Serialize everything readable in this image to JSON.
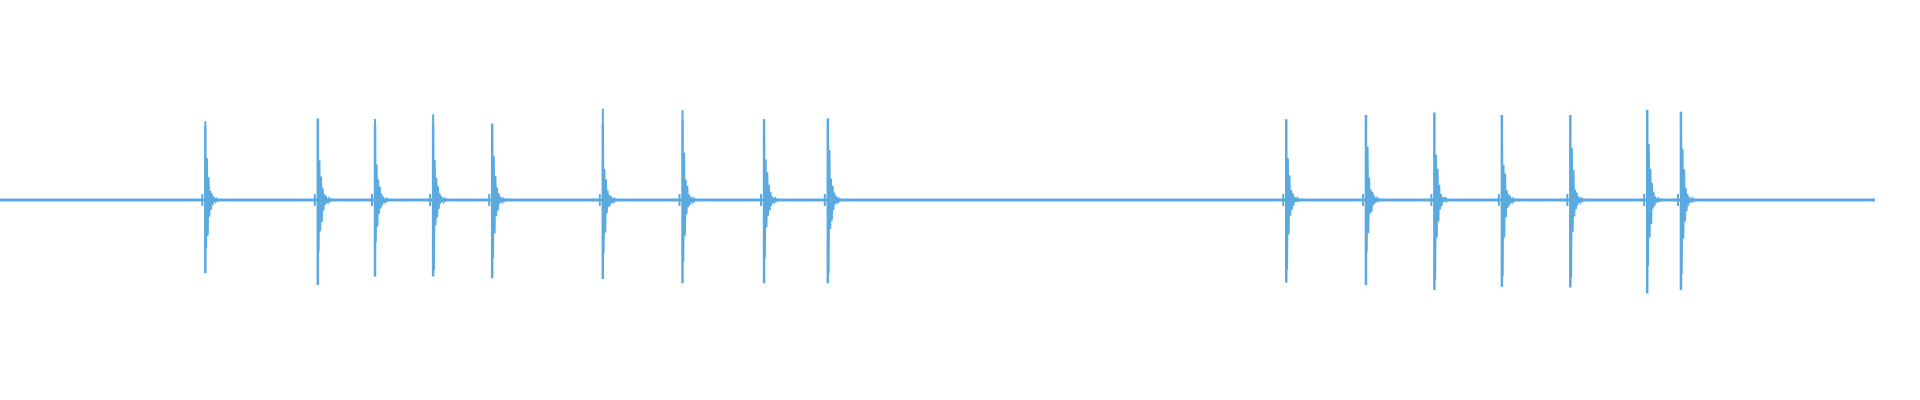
{
  "waveform": {
    "color": "#5aaae0",
    "baseline": 0,
    "duration": 1,
    "events": [
      {
        "t": 0.1095,
        "amp_up": 0.86,
        "amp_down": 0.86
      },
      {
        "t": 0.1695,
        "amp_up": 0.96,
        "amp_down": 1.0
      },
      {
        "t": 0.2,
        "amp_up": 0.88,
        "amp_down": 0.9
      },
      {
        "t": 0.231,
        "amp_up": 0.88,
        "amp_down": 0.9
      },
      {
        "t": 0.2625,
        "amp_up": 0.9,
        "amp_down": 0.92
      },
      {
        "t": 0.3215,
        "amp_up": 0.9,
        "amp_down": 0.93
      },
      {
        "t": 0.364,
        "amp_up": 0.95,
        "amp_down": 0.98
      },
      {
        "t": 0.4075,
        "amp_up": 0.95,
        "amp_down": 0.98
      },
      {
        "t": 0.4415,
        "amp_up": 0.96,
        "amp_down": 0.98
      },
      {
        "t": 0.686,
        "amp_up": 0.95,
        "amp_down": 0.97
      },
      {
        "t": 0.7285,
        "amp_up": 1.0,
        "amp_down": 1.0
      },
      {
        "t": 0.765,
        "amp_up": 1.03,
        "amp_down": 1.06
      },
      {
        "t": 0.801,
        "amp_up": 1.0,
        "amp_down": 1.02
      },
      {
        "t": 0.8375,
        "amp_up": 1.0,
        "amp_down": 1.03
      },
      {
        "t": 0.8785,
        "amp_up": 1.06,
        "amp_down": 1.1
      },
      {
        "t": 0.8965,
        "amp_up": 1.04,
        "amp_down": 1.06
      }
    ]
  }
}
